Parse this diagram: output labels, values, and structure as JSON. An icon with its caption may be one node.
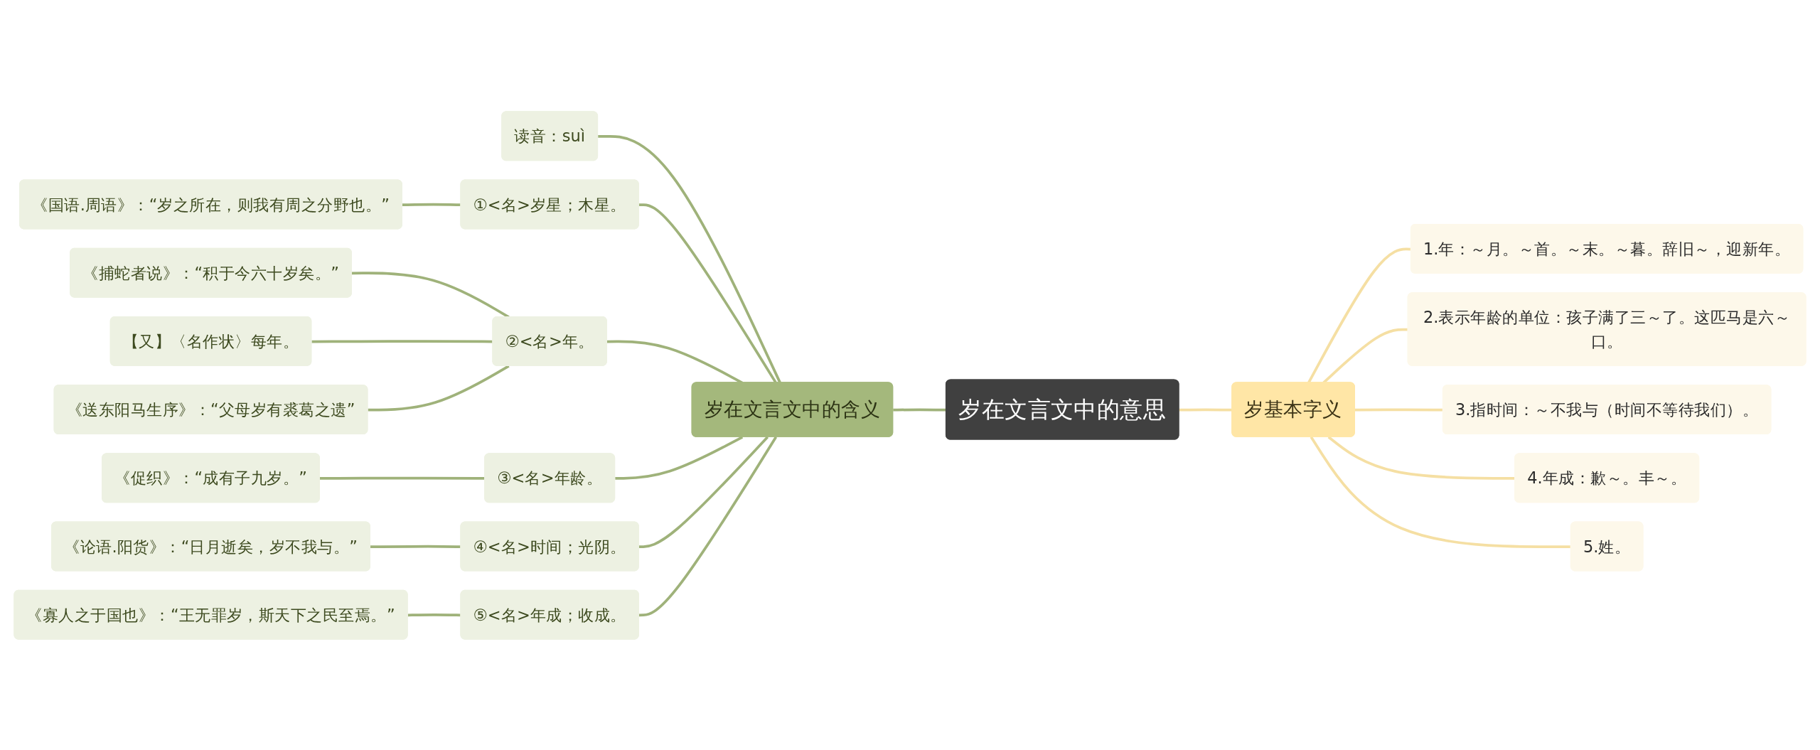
{
  "diagram": {
    "nodes": [
      {
        "text": [
          "岁在文言文中的意思"
        ]
      },
      {
        "text": [
          "岁在文言文中的含义"
        ]
      },
      {
        "text": [
          "读音：suì"
        ]
      },
      {
        "text": [
          "①<名>岁星；木星。"
        ]
      },
      {
        "text": [
          "《国语.周语》：“岁之所在，则我有周之分野也。”"
        ]
      },
      {
        "text": [
          "②<名>年。"
        ]
      },
      {
        "text": [
          "《捕蛇者说》：“积于今六十岁矣。”"
        ]
      },
      {
        "text": [
          "【又】〈名作状〉每年。"
        ]
      },
      {
        "text": [
          "《送东阳马生序》：“父母岁有裘葛之遗”"
        ]
      },
      {
        "text": [
          "③<名>年龄。"
        ]
      },
      {
        "text": [
          "《促织》：“成有子九岁。”"
        ]
      },
      {
        "text": [
          "④<名>时间；光阴。"
        ]
      },
      {
        "text": [
          "《论语.阳货》：“日月逝矣，岁不我与。”"
        ]
      },
      {
        "text": [
          "⑤<名>年成；收成。"
        ]
      },
      {
        "text": [
          "《寡人之于国也》：“王无罪岁，斯天下之民至焉。”"
        ]
      },
      {
        "text": [
          "岁基本字义"
        ]
      },
      {
        "text": [
          "1.年：～月。～首。～末。～暮。辞旧～，迎新年。"
        ]
      },
      {
        "text": [
          "2.表示年龄的单位：孩子满了三～了。这匹马是六～口。"
        ]
      },
      {
        "text": [
          "3.指时间：～不我与（时间不等待我们）。"
        ]
      },
      {
        "text": [
          "4.年成：歉～。丰～。"
        ]
      },
      {
        "text": [
          "5.姓。"
        ]
      }
    ],
    "edges": [
      {
        "from": 0,
        "to": 1,
        "arrow": "none"
      },
      {
        "from": 1,
        "to": 2,
        "arrow": "none"
      },
      {
        "from": 1,
        "to": 3,
        "arrow": "none"
      },
      {
        "from": 3,
        "to": 4,
        "arrow": "none"
      },
      {
        "from": 1,
        "to": 5,
        "arrow": "none"
      },
      {
        "from": 5,
        "to": 6,
        "arrow": "none"
      },
      {
        "from": 5,
        "to": 7,
        "arrow": "none"
      },
      {
        "from": 5,
        "to": 8,
        "arrow": "none"
      },
      {
        "from": 1,
        "to": 9,
        "arrow": "none"
      },
      {
        "from": 9,
        "to": 10,
        "arrow": "none"
      },
      {
        "from": 1,
        "to": 11,
        "arrow": "none"
      },
      {
        "from": 11,
        "to": 12,
        "arrow": "none"
      },
      {
        "from": 1,
        "to": 13,
        "arrow": "none"
      },
      {
        "from": 13,
        "to": 14,
        "arrow": "none"
      },
      {
        "from": 0,
        "to": 15,
        "arrow": "none",
        "color": "#f5dfa3"
      },
      {
        "from": 15,
        "to": 16,
        "arrow": "none",
        "color": "#f5dfa3"
      },
      {
        "from": 15,
        "to": 17,
        "arrow": "none",
        "color": "#f5dfa3"
      },
      {
        "from": 15,
        "to": 18,
        "arrow": "none",
        "color": "#f5dfa3"
      },
      {
        "from": 15,
        "to": 19,
        "arrow": "none",
        "color": "#f5dfa3"
      },
      {
        "from": 15,
        "to": 20,
        "arrow": "none",
        "color": "#f5dfa3"
      }
    ]
  }
}
